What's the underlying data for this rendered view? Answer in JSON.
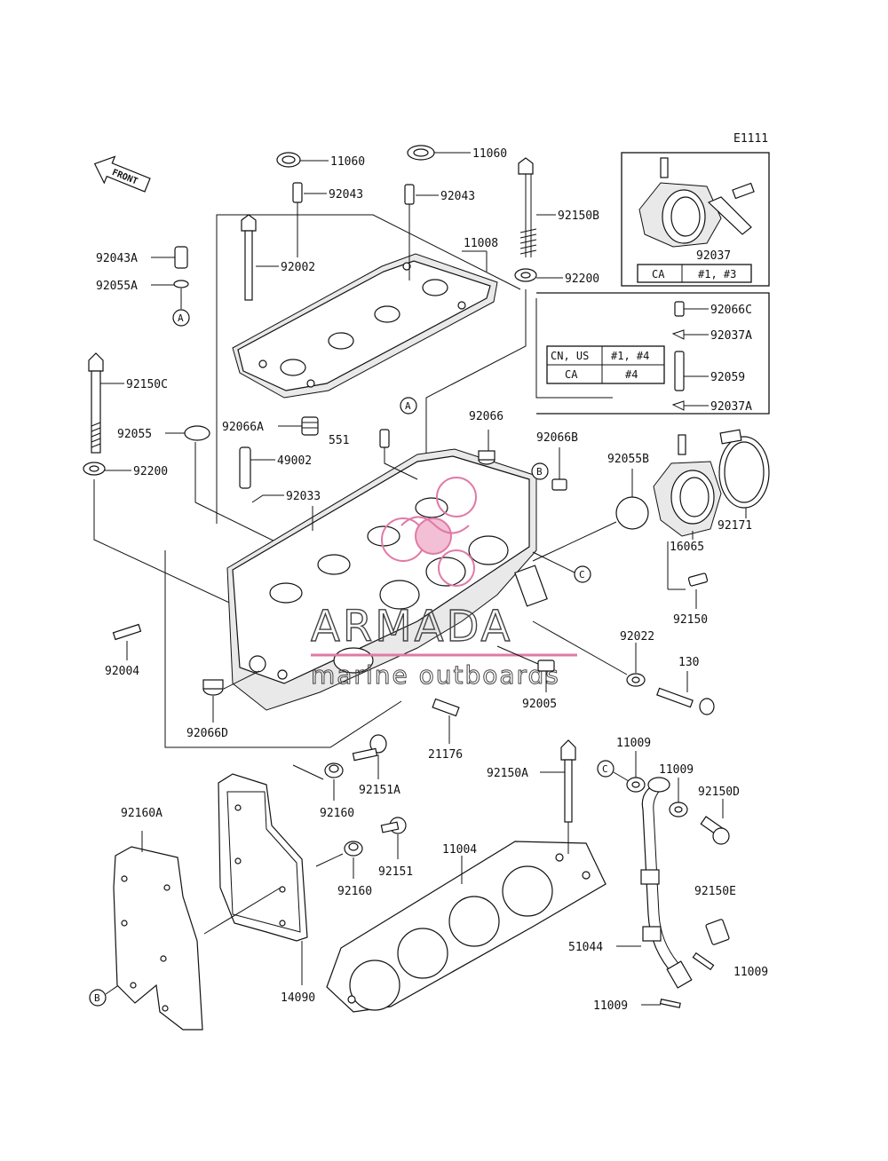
{
  "diagram_code": "E1111",
  "front_label": "FRONT",
  "watermark": {
    "brand": "ARMADA",
    "tagline": "marine outboards",
    "accent_color": "#e07aa6"
  },
  "callout_markers": [
    "A",
    "B",
    "C"
  ],
  "part_labels": [
    "11060",
    "11060",
    "92043",
    "92043",
    "92150B",
    "11008",
    "92200",
    "92043A",
    "92055A",
    "92002",
    "92150C",
    "92055",
    "92200",
    "92066A",
    "551",
    "49002",
    "92033",
    "92066",
    "92066B",
    "92055B",
    "92004",
    "92066D",
    "21176",
    "92005",
    "92022",
    "130",
    "92150",
    "16065",
    "92171",
    "92037",
    "92066C",
    "92037A",
    "92059",
    "92037A",
    "92160A",
    "14090",
    "92160",
    "92151A",
    "92151",
    "92160",
    "11004",
    "92150A",
    "11009",
    "11009",
    "92150D",
    "92150E",
    "51044",
    "11009",
    "11009"
  ],
  "table_top": {
    "col1": "CA",
    "col2": "#1, #3"
  },
  "table_mid": [
    {
      "region": "CN, US",
      "cyl": "#1, #4"
    },
    {
      "region": "CA",
      "cyl": "#4"
    }
  ]
}
